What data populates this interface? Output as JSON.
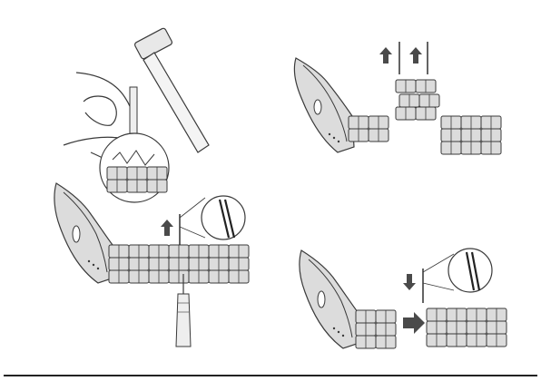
{
  "colors": {
    "background": "#ffffff",
    "line": "#3a3a3a",
    "metal_fill": "#dcdcdc",
    "metal_dark": "#a8a8a8",
    "arrow": "#4a4a4a",
    "rule": "#222222"
  },
  "panels": [
    {
      "id": "step-1-hammer-pin"
    },
    {
      "id": "step-2-remove-links"
    },
    {
      "id": "step-3-push-pin-out"
    },
    {
      "id": "step-4-reassemble"
    }
  ],
  "icons": [
    "hammer-icon",
    "hand-icon",
    "punch-tool-icon",
    "arrow-up-icon",
    "arrow-down-icon",
    "arrow-right-icon",
    "magnifier-circle-icon",
    "watch-case-icon",
    "bracelet-links-icon",
    "pin-icon"
  ]
}
